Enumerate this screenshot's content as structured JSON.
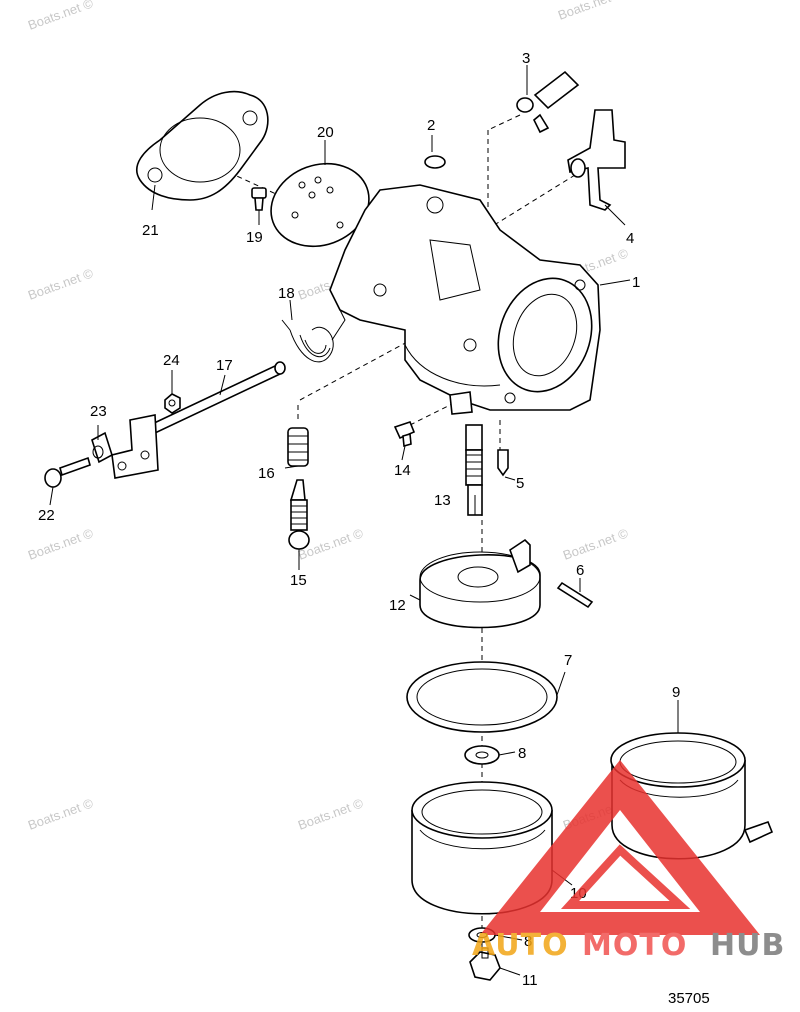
{
  "diagram": {
    "part_labels": {
      "p1": "1",
      "p2": "2",
      "p3": "3",
      "p4": "4",
      "p5": "5",
      "p6": "6",
      "p7": "7",
      "p8a": "8",
      "p8b": "8",
      "p9": "9",
      "p10": "10",
      "p11": "11",
      "p12": "12",
      "p13": "13",
      "p14": "14",
      "p15": "15",
      "p16": "16",
      "p17": "17",
      "p18": "18",
      "p19": "19",
      "p20": "20",
      "p21": "21",
      "p22": "22",
      "p23": "23",
      "p24": "24"
    },
    "figure_code": "35705",
    "watermark": "Boats.net ©"
  },
  "logo": {
    "part1": "AUTO",
    "part2": "MOTO",
    "part3": "HUB",
    "colors": {
      "auto": "#f2a516",
      "moto": "#f0524f",
      "hub": "#7a7a7a",
      "triangle": "#e8322f"
    }
  }
}
